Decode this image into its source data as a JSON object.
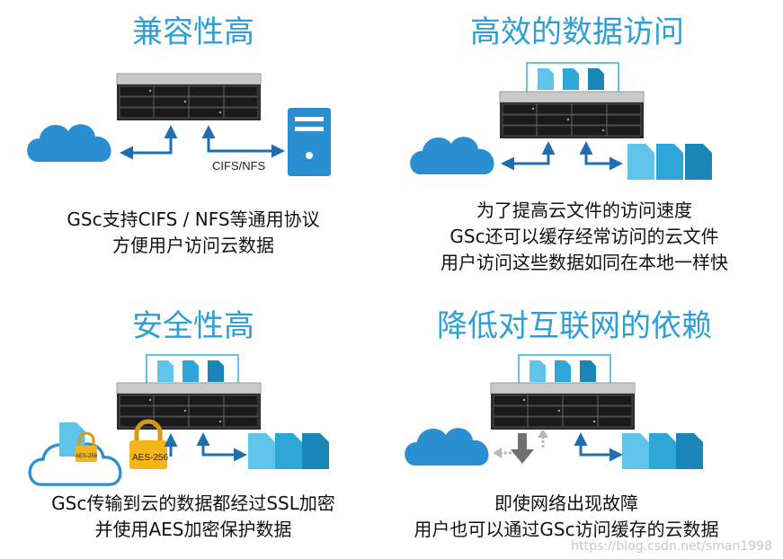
{
  "panels": {
    "compat": {
      "title": "兼容性高",
      "protocol_label": "CIFS/NFS",
      "caption": [
        "GSc支持CIFS / NFS等通用协议",
        "方便用户访问云数据"
      ]
    },
    "access": {
      "title": "高效的数据访问",
      "caption": [
        "为了提高云文件的访问速度",
        "GSc还可以缓存经常访问的云文件",
        "用户访问这些数据如同在本地一样快"
      ]
    },
    "security": {
      "title": "安全性高",
      "lock_label": "AES-256",
      "file_tag": "AES-256",
      "caption": [
        "GSc传输到云的数据都经过SSL加密",
        "并使用AES加密保护数据"
      ]
    },
    "independence": {
      "title": "降低对互联网的依赖",
      "caption": [
        "即使网络出现故障",
        "用户也可以通过GSc访问缓存的云数据"
      ]
    }
  },
  "watermark": "https://blog.csdn.net/sman1998",
  "colors": {
    "accent": "#2e9ed6",
    "cloud": "#2a8fd1",
    "arrow": "#1f6fb0",
    "file_light": "#5fc3ea",
    "file_mid": "#2ea7d8",
    "file_dark": "#1a86b7",
    "lock": "#f4b41a"
  }
}
